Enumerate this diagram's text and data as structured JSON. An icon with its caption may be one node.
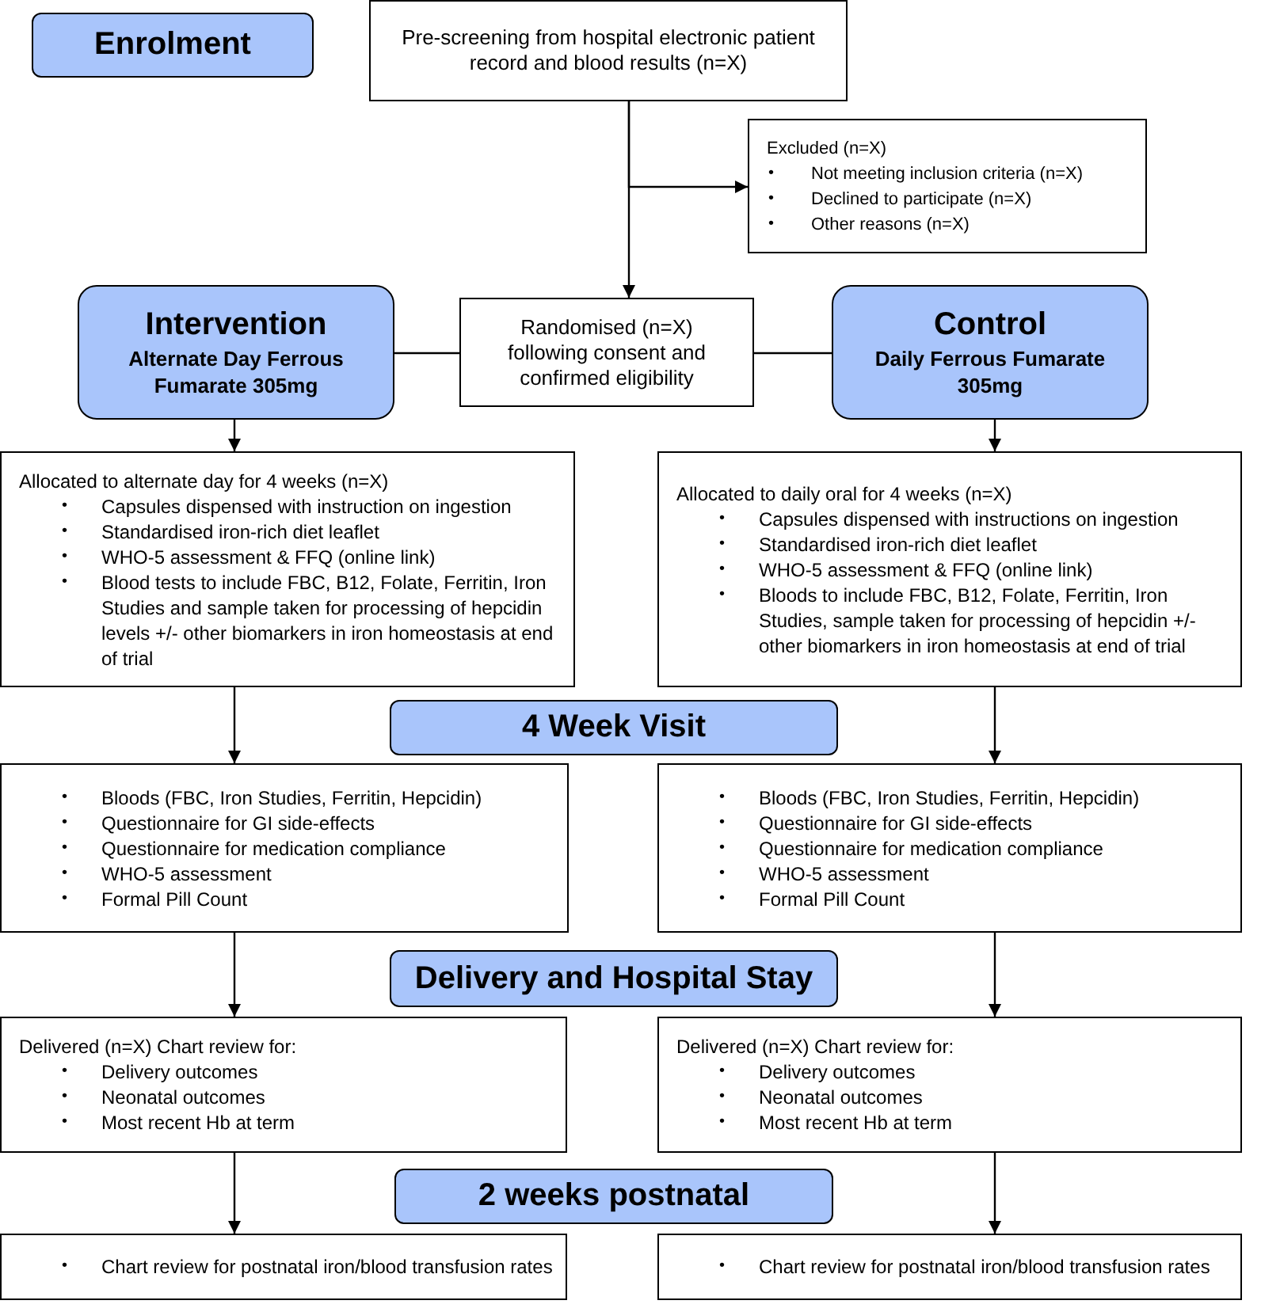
{
  "diagram": {
    "nodes": [
      {
        "text": [
          "Enrolment"
        ]
      },
      {
        "text": [
          "Pre-screening from hospital electronic patient record and blood results (n=X)"
        ]
      },
      {
        "text": [
          "Excluded  (n=X)",
          "•",
          "Not meeting inclusion criteria (n=X)",
          "•",
          "Declined to participate (n=X)",
          "•",
          "Other reasons (n=X)"
        ]
      },
      {
        "text": [
          "Intervention",
          "Alternate Day Ferrous Fumarate 305mg"
        ]
      },
      {
        "text": [
          "Randomised (n=X) following consent and confirmed eligibility"
        ]
      },
      {
        "text": [
          "Control",
          "Daily Ferrous Fumarate 305mg"
        ]
      },
      {
        "text": [
          "Allocated to alternate day for 4 weeks (n=X)",
          "•",
          "Capsules dispensed with instruction on ingestion",
          "•",
          "Standardised iron-rich diet leaflet",
          "•",
          "WHO-5 assessment & FFQ (online link)",
          "•",
          "Blood tests to include FBC, B12, Folate, Ferritin, Iron Studies and sample taken for processing of hepcidin levels +/- other biomarkers in iron homeostasis at end of trial"
        ]
      },
      {
        "text": [
          "Allocated to daily oral for 4 weeks (n=X)",
          "•",
          "Capsules dispensed with instructions on ingestion",
          "•",
          "Standardised iron-rich diet leaflet",
          "•",
          "WHO-5 assessment & FFQ (online link)",
          "•",
          "Bloods to include FBC, B12, Folate, Ferritin, Iron Studies, sample taken for processing of hepcidin +/- other biomarkers in iron homeostasis at end of trial"
        ]
      },
      {
        "text": [
          "4 Week Visit"
        ]
      },
      {
        "text": [
          "•",
          "Bloods (FBC, Iron Studies, Ferritin, Hepcidin)",
          "•",
          "Questionnaire for GI side-effects",
          "•",
          "Questionnaire for medication compliance",
          "•",
          "WHO-5 assessment",
          "•",
          "Formal Pill Count"
        ]
      },
      {
        "text": [
          "•",
          "Bloods (FBC, Iron Studies, Ferritin, Hepcidin)",
          "•",
          "Questionnaire for GI side-effects",
          "•",
          "Questionnaire for medication compliance",
          "•",
          "WHO-5 assessment",
          "•",
          "Formal Pill Count"
        ]
      },
      {
        "text": [
          "Delivery and Hospital Stay"
        ]
      },
      {
        "text": [
          "Delivered (n=X) Chart review for:",
          "•",
          "Delivery outcomes",
          "•",
          "Neonatal outcomes",
          "•",
          "Most recent Hb at term"
        ]
      },
      {
        "text": [
          "Delivered (n=X) Chart review for:",
          "•",
          "Delivery outcomes",
          "•",
          "Neonatal outcomes",
          "•",
          "Most recent Hb at term"
        ]
      },
      {
        "text": [
          "2 weeks postnatal"
        ]
      },
      {
        "text": [
          "•",
          "Chart review for postnatal iron/blood transfusion rates"
        ]
      },
      {
        "text": [
          "•",
          "Chart review for postnatal iron/blood transfusion rates"
        ]
      }
    ],
    "edges": [
      {
        "from": 1,
        "to": 4,
        "arrow": "to"
      },
      {
        "from": 1,
        "to": 2,
        "arrow": "to"
      },
      {
        "from": 4,
        "to": 3,
        "arrow": "none"
      },
      {
        "from": 4,
        "to": 5,
        "arrow": "none"
      },
      {
        "from": 3,
        "to": 6,
        "arrow": "to"
      },
      {
        "from": 5,
        "to": 7,
        "arrow": "to"
      },
      {
        "from": 6,
        "to": 9,
        "arrow": "to"
      },
      {
        "from": 7,
        "to": 10,
        "arrow": "to"
      },
      {
        "from": 9,
        "to": 12,
        "arrow": "to"
      },
      {
        "from": 10,
        "to": 13,
        "arrow": "to"
      },
      {
        "from": 12,
        "to": 15,
        "arrow": "to"
      },
      {
        "from": 13,
        "to": 16,
        "arrow": "to"
      }
    ]
  }
}
